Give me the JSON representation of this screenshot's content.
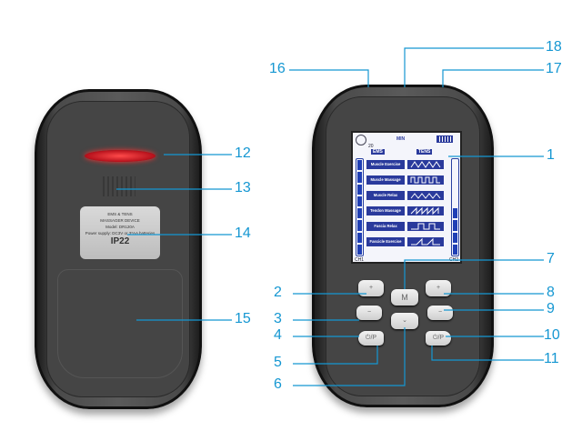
{
  "back_device": {
    "label_lines": [
      "EMS & TENS",
      "MASSAGER DEVICE",
      "Model: DR120A",
      "Power supply: DC3V or 3*AA batteries"
    ],
    "ip_rating": "IP22"
  },
  "front_device": {
    "screen": {
      "timer": "20",
      "timer_unit": "MIN",
      "col_ems": "EMS",
      "col_tens": "TENS",
      "left_bar_label": "CH1",
      "right_bar_label": "CH2",
      "modes": [
        "Muscle Exercise",
        "Muscle Massage",
        "Muscle Relax",
        "Tendon Massage",
        "Fascia Relax",
        "Fascicle Exercise"
      ],
      "ch1_level": 8,
      "ch2_level": 4,
      "bar_segments": 8
    },
    "buttons": {
      "mode": "M",
      "power": "⏻/P"
    }
  },
  "callouts": [
    "1",
    "2",
    "3",
    "4",
    "5",
    "6",
    "7",
    "8",
    "9",
    "10",
    "11",
    "12",
    "13",
    "14",
    "15",
    "16",
    "17",
    "18"
  ],
  "accent_color": "#1597d2"
}
